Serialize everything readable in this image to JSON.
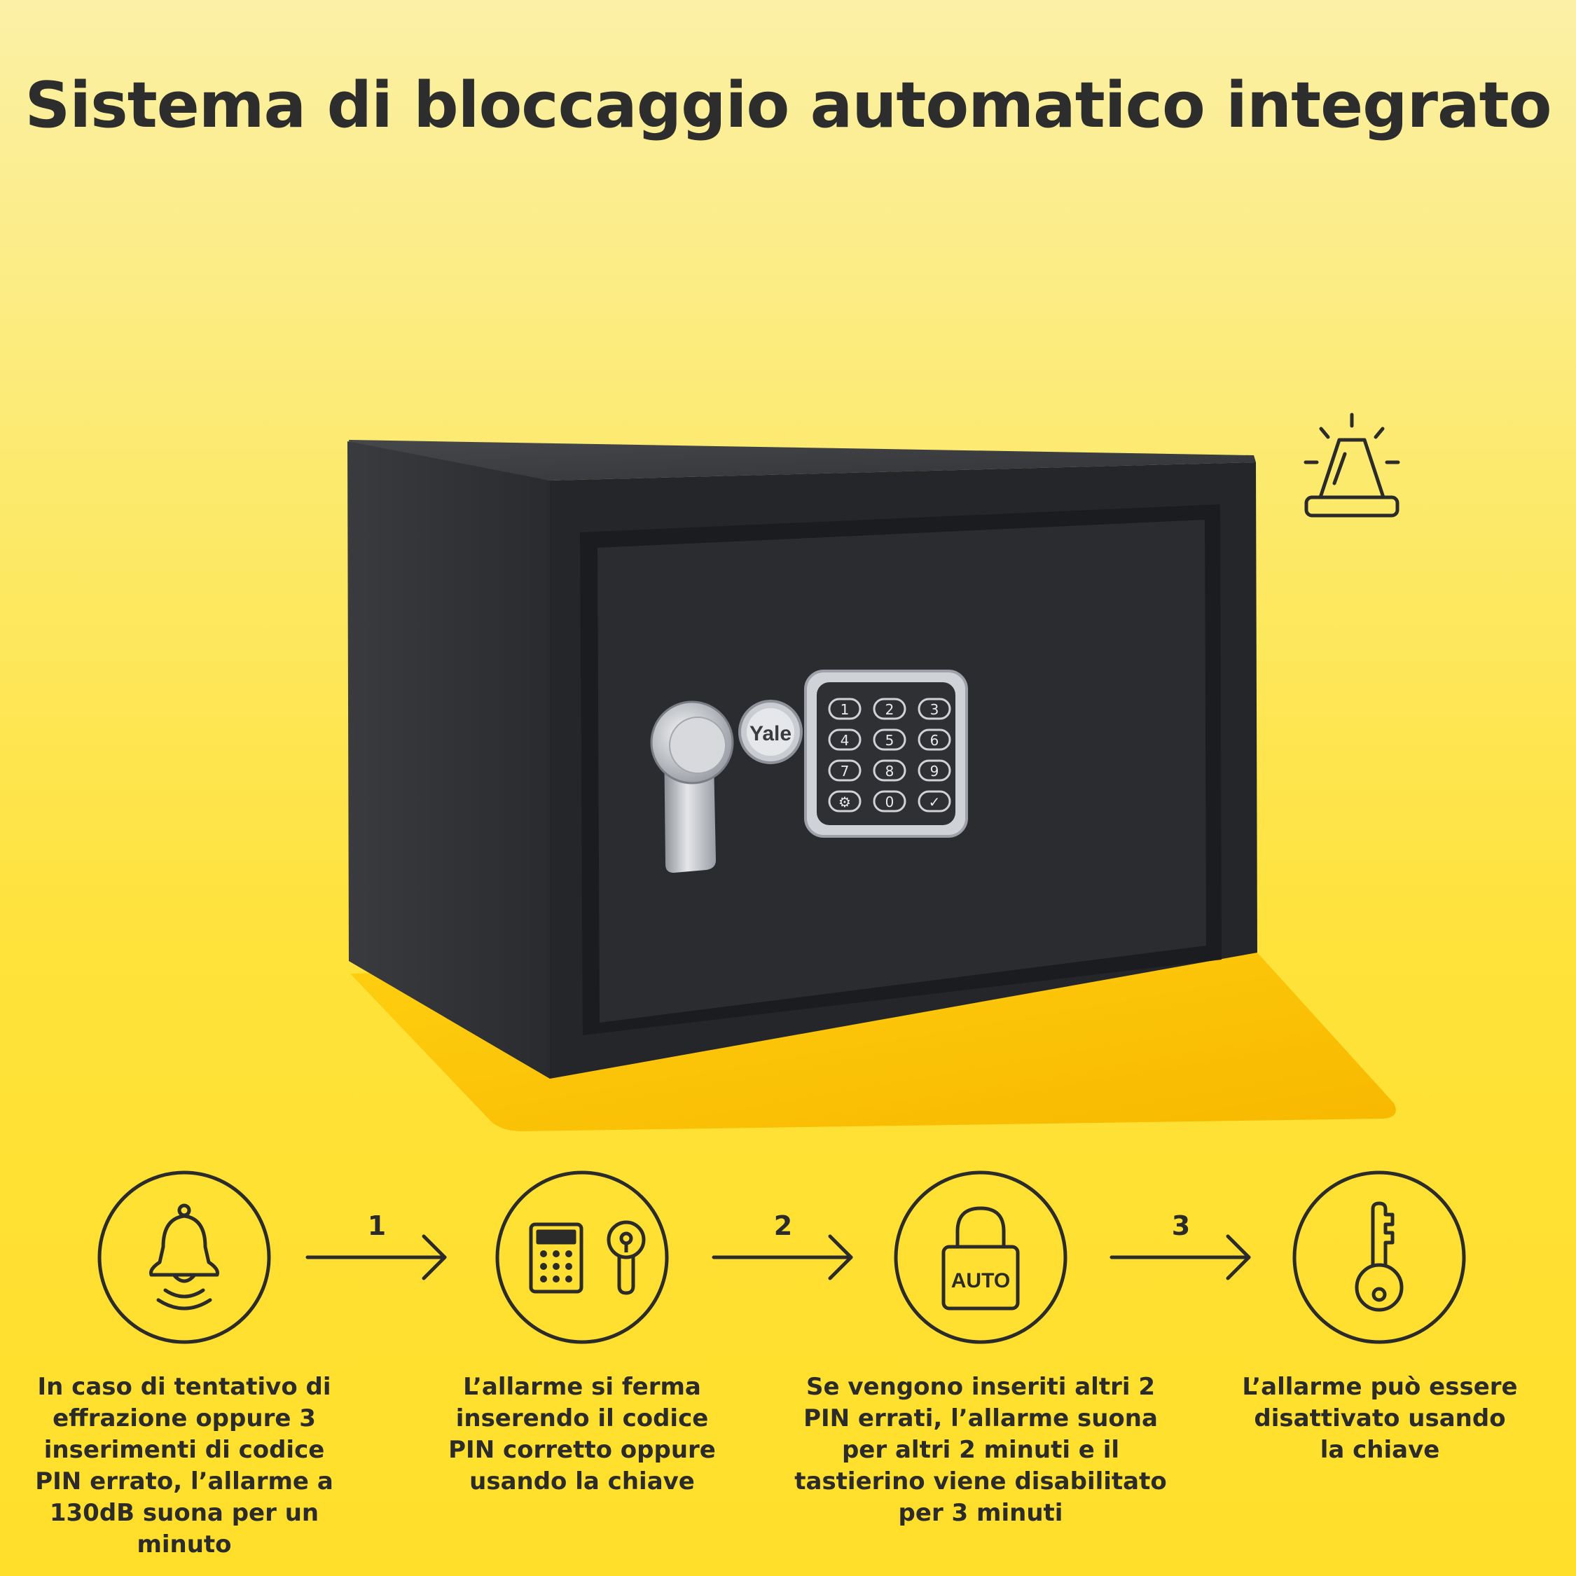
{
  "title": "Sistema di bloccaggio automatico integrato",
  "safe": {
    "brand": "Yale",
    "keypad_keys": [
      "1",
      "2",
      "3",
      "4",
      "5",
      "6",
      "7",
      "8",
      "9",
      "⚙",
      "0",
      "✓"
    ]
  },
  "alarm_icon": "alarm-light-icon",
  "steps": [
    {
      "icon": "bell-alarm-icon",
      "text": "In caso di tentativo di effrazione oppure 3 inserimenti di codice PIN errato, l’allarme a 130dB suona per un minuto"
    },
    {
      "icon": "keypad-key-icon",
      "text": "L’allarme si ferma inserendo il codice PIN corretto oppure usando la chiave"
    },
    {
      "icon": "auto-lock-icon",
      "label": "AUTO",
      "text": "Se vengono inseriti altri 2 PIN errati, l’allarme suona per altri 2 minuti e il tastierino viene disabilitato per 3 minuti"
    },
    {
      "icon": "key-icon",
      "text": "L’allarme può essere disattivato usando la chiave"
    }
  ],
  "arrows": [
    {
      "number": "1"
    },
    {
      "number": "2"
    },
    {
      "number": "3"
    }
  ],
  "colors": {
    "background": "#ffe23a",
    "ink": "#2b2b2b",
    "safe": "#262729",
    "shadow": "#f7be00"
  }
}
